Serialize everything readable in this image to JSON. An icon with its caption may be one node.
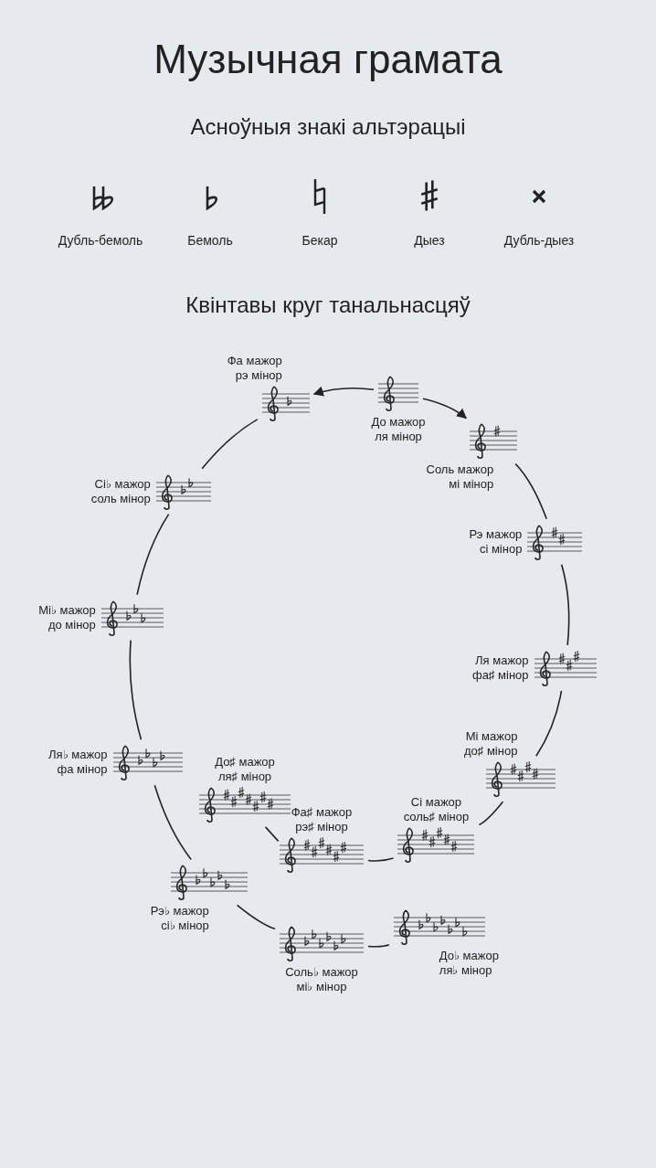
{
  "diagram": {
    "title": "Музычная грамата",
    "nodes": [
      {
        "text": [
          "До мажор ля мінор"
        ]
      },
      {
        "text": [
          "Соль мажор мі мінор"
        ]
      },
      {
        "text": [
          "Рэ мажор сі мінор"
        ]
      },
      {
        "text": [
          "Ля мажор фа♯ мінор"
        ]
      },
      {
        "text": [
          "Мі мажор до♯ мінор"
        ]
      },
      {
        "text": [
          "Сі мажор соль♯ мінор"
        ]
      },
      {
        "text": [
          "Фа♯ мажор рэ♯ мінор"
        ]
      },
      {
        "text": [
          "До♯ мажор ля♯ мінор"
        ]
      },
      {
        "text": [
          "Фа мажор рэ мінор"
        ]
      },
      {
        "text": [
          "Сі♭ мажор соль мінор"
        ]
      },
      {
        "text": [
          "Мі♭ мажор до мінор"
        ]
      },
      {
        "text": [
          "Ля♭ мажор фа мінор"
        ]
      },
      {
        "text": [
          "Рэ♭ мажор сі♭ мінор"
        ]
      },
      {
        "text": [
          "Соль♭ мажор мі♭ мінор"
        ]
      },
      {
        "text": [
          "До♭ мажор ля♭ мінор"
        ]
      }
    ],
    "edges": [
      {
        "from": 0,
        "to": 8,
        "arrow": "to"
      },
      {
        "from": 0,
        "to": 1,
        "arrow": "to"
      },
      {
        "from": 1,
        "to": 2,
        "arrow": "none"
      },
      {
        "from": 2,
        "to": 3,
        "arrow": "none"
      },
      {
        "from": 3,
        "to": 4,
        "arrow": "none"
      },
      {
        "from": 4,
        "to": 5,
        "arrow": "none"
      },
      {
        "from": 5,
        "to": 6,
        "arrow": "none"
      },
      {
        "from": 6,
        "to": 7,
        "arrow": "none"
      },
      {
        "from": 8,
        "to": 9,
        "arrow": "none"
      },
      {
        "from": 9,
        "to": 10,
        "arrow": "none"
      },
      {
        "from": 10,
        "to": 11,
        "arrow": "none"
      },
      {
        "from": 11,
        "to": 12,
        "arrow": "none"
      },
      {
        "from": 12,
        "to": 13,
        "arrow": "none"
      },
      {
        "from": 13,
        "to": 14,
        "arrow": "none"
      }
    ],
    "labels": [
      "Асноўныя знакі альтэрацыі",
      "Дубль-бемоль",
      "Бемоль",
      "Бекар",
      "Дыез",
      "Дубль-дыез",
      "Квінтавы круг танальнасцяў"
    ]
  }
}
